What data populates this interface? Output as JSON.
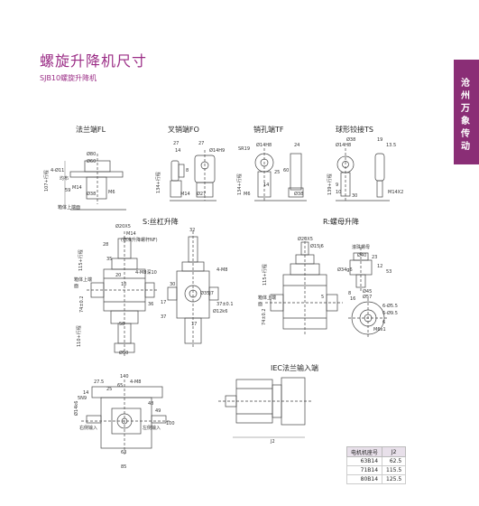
{
  "header": {
    "title": "螺旋升降机尺寸",
    "subtitle": "SJB10螺旋升降机",
    "side_tab": "沧州万象传动"
  },
  "colors": {
    "accent": "#9b2d86",
    "tab": "#8a2e76",
    "drawing": "#444444",
    "table_header": "#e8e0ea"
  },
  "sections": {
    "fl": "法兰端FL",
    "fo": "叉销端FO",
    "tf": "销孔端TF",
    "ts": "球形铰接TS",
    "s_lift": "S:丝杠升降",
    "r_lift": "R:螺母升降",
    "iec": "IEC法兰输入端"
  },
  "labels": {
    "fl": {
      "d80": "Ø80",
      "d60": "Ø60",
      "d4": "4-Ø11",
      "junbu": "均布",
      "m14": "M14",
      "d38": "Ø38",
      "m6": "M6",
      "d59": "59",
      "note": "箱体上端面",
      "trav": "107+行程"
    },
    "fo": {
      "w27a": "27",
      "w14": "14",
      "w27b": "27",
      "d14h9": "Ø14H9",
      "d8": "8",
      "m14": "M14",
      "d27": "Ø27",
      "trav": "134+行程"
    },
    "tf": {
      "d14h8": "Ø14H8",
      "sr19": "SR19",
      "w24": "24",
      "w25": "25",
      "w60": "60",
      "m6": "M6",
      "d38": "Ø38",
      "w14": "14",
      "trav": "134+行程"
    },
    "ts": {
      "d14h8": "Ø14H8",
      "d38": "Ø38",
      "w19": "19",
      "w135": "13.5",
      "w9": "9",
      "w10": "10",
      "m14x2": "M14X2",
      "w30": "30",
      "trav": "139+行程"
    },
    "s": {
      "d20x5": "Ø20X5",
      "m14": "M14",
      "fit": "(标准升降螺杆NF)",
      "w28": "28",
      "w35": "35",
      "trav1": "115+行程",
      "trav2": "110+行程",
      "box": "箱体上端面",
      "h74": "74±0.2",
      "m8": "4-M8深10",
      "w20": "20",
      "w10": "10",
      "w36": "36",
      "m8b": "4-M8",
      "d35j7": "Ø35J7",
      "d12k6": "Ø12k6",
      "w37": "37",
      "w17": "17",
      "w58": "58",
      "d50": "Ø50",
      "w37b": "37±0.1",
      "w32": "32",
      "w30": "30",
      "w17b": "17"
    },
    "r": {
      "d20x5": "Ø20X5",
      "d15j6": "Ø15j6",
      "nut": "滚珠螺母",
      "d34g6": "Ø34g6",
      "d40": "Ø40",
      "w23": "23",
      "w12": "12",
      "w53": "53",
      "d45": "Ø45",
      "d57": "Ø57",
      "w8": "8",
      "w16": "16",
      "trav": "115+行程",
      "box": "箱体上端面",
      "h74": "74±0.2",
      "w5": "5",
      "holes1": "6-Ø5.5",
      "holes2": "6-Ø9.5",
      "d6": "6",
      "m6x1": "M6x1"
    },
    "bottom": {
      "w140": "140",
      "w275": "27.5",
      "w25": "25",
      "m8": "4-M8",
      "w65": "65",
      "w14": "14",
      "w5n9": "5N9",
      "d14k6": "Ø14k6",
      "w48": "48",
      "w49": "49",
      "w100": "100",
      "left_in": "右侧输入",
      "right_in": "左侧输入",
      "w63": "63",
      "w85": "85"
    },
    "iec": {
      "j2": "J2"
    }
  },
  "motor_table": {
    "headers": [
      "电机机座号",
      "J2"
    ],
    "rows": [
      [
        "63B14",
        "62.5"
      ],
      [
        "71B14",
        "115.5"
      ],
      [
        "80B14",
        "125.5"
      ]
    ]
  }
}
